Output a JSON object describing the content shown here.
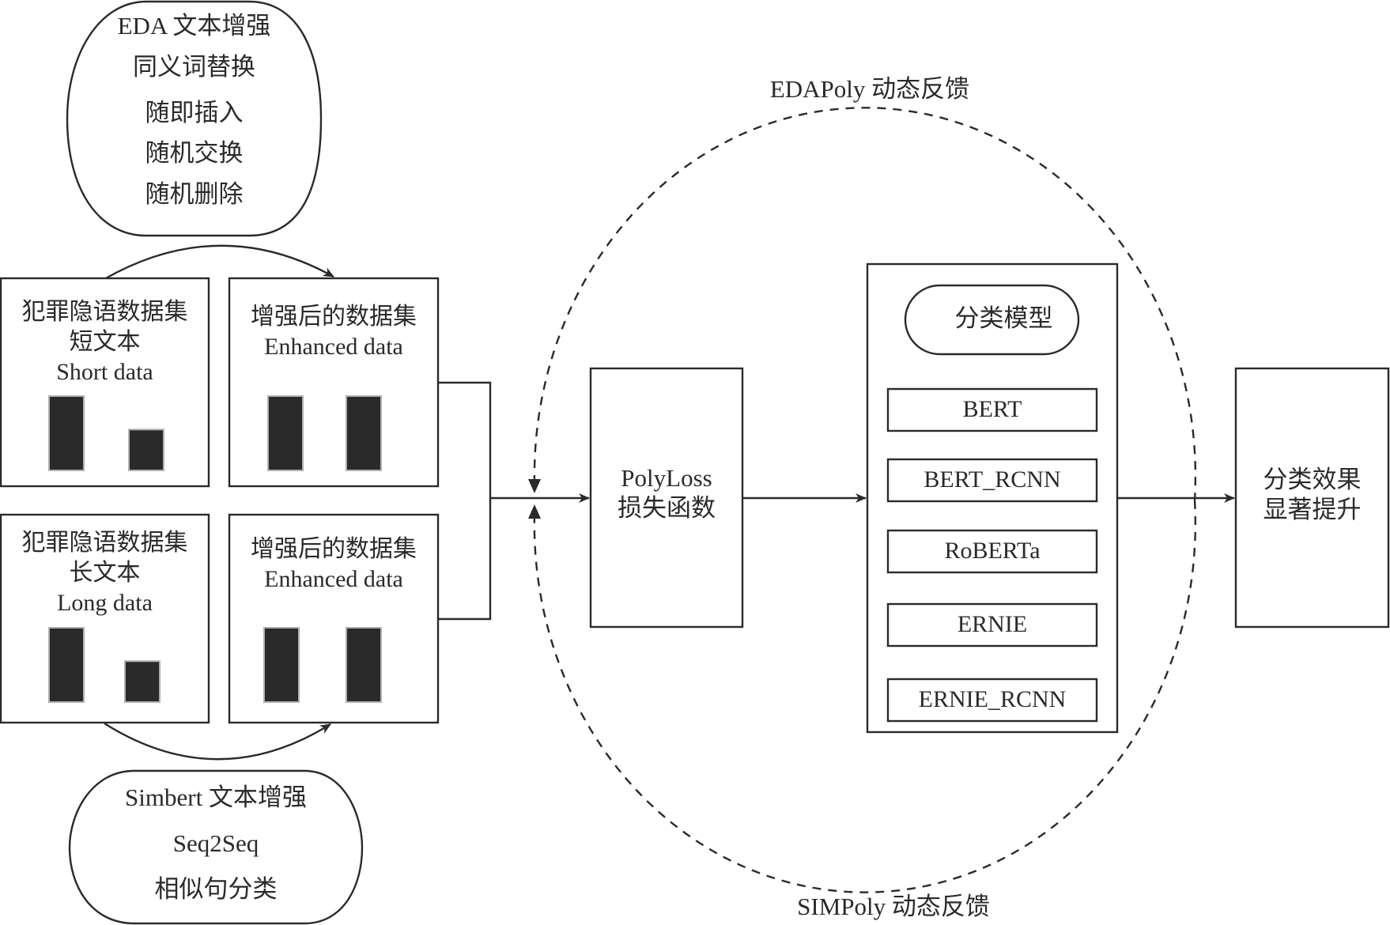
{
  "eda_augmentation": {
    "title": "EDA 文本增强",
    "methods": [
      "同义词替换",
      "随即插入",
      "随机交换",
      "随机删除"
    ]
  },
  "simbert_augmentation": {
    "title": "Simbert 文本增强",
    "methods": [
      "Seq2Seq",
      "相似句分类"
    ]
  },
  "datasets": {
    "short": {
      "title": "犯罪隐语数据集",
      "subtitle": "短文本",
      "label_en": "Short data",
      "bar_ratio": [
        1.0,
        0.55
      ]
    },
    "short_enhanced": {
      "title": "增强后的数据集",
      "label_en": "Enhanced data",
      "bar_ratio": [
        1.0,
        1.0
      ]
    },
    "long": {
      "title": "犯罪隐语数据集",
      "subtitle": "长文本",
      "label_en": "Long data",
      "bar_ratio": [
        1.0,
        0.55
      ]
    },
    "long_enhanced": {
      "title": "增强后的数据集",
      "label_en": "Enhanced data",
      "bar_ratio": [
        1.0,
        1.0
      ]
    }
  },
  "polyloss": {
    "line1": "PolyLoss",
    "line2": "损失函数"
  },
  "classifier": {
    "title": "分类模型",
    "models": [
      "BERT",
      "BERT_RCNN",
      "RoBERTa",
      "ERNIE",
      "ERNIE_RCNN"
    ]
  },
  "result": {
    "line1": "分类效果",
    "line2": "显著提升"
  },
  "feedback": {
    "top_label": "EDAPoly 动态反馈",
    "bottom_label": "SIMPoly 动态反馈"
  }
}
